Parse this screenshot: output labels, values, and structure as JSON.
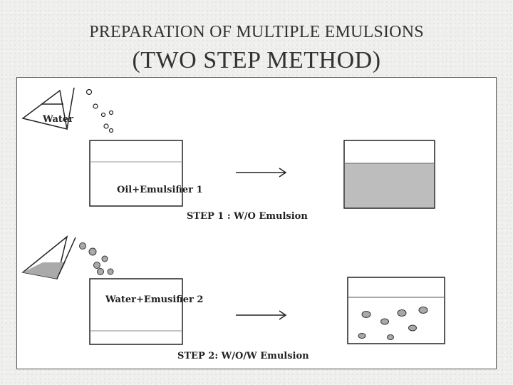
{
  "title": {
    "line1": "PREPARATION OF MULTIPLE EMULSIONS",
    "line2": "(TWO STEP METHOD)"
  },
  "figure": {
    "water_label": "Water",
    "step1_beaker_label": "Oil+Emulsifier 1",
    "step1_caption": "STEP 1 : W/O Emulsion",
    "step2_beaker_label": "Water+Emusifier 2",
    "step2_caption": "STEP 2: W/O/W Emulsion"
  },
  "colors": {
    "emulsion_fill": "#bdbdbd",
    "droplet_fill": "#a9a9a9",
    "line": "#222222"
  }
}
